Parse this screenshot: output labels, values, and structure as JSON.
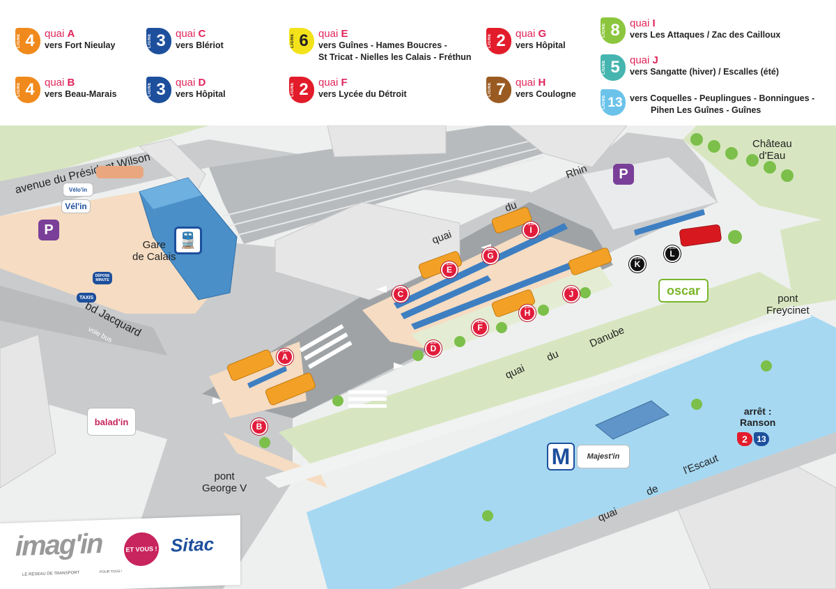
{
  "legend": [
    {
      "line": "4",
      "quai": "A",
      "dest": [
        "vers Fort Nieulay"
      ],
      "color": "#f08a1c",
      "dark": false
    },
    {
      "line": "4",
      "quai": "B",
      "dest": [
        "vers Beau-Marais"
      ],
      "color": "#f08a1c",
      "dark": false
    },
    {
      "line": "3",
      "quai": "C",
      "dest": [
        "vers Blériot"
      ],
      "color": "#1d4f9c",
      "dark": false
    },
    {
      "line": "3",
      "quai": "D",
      "dest": [
        "vers Hôpital"
      ],
      "color": "#1d4f9c",
      "dark": false
    },
    {
      "line": "6",
      "quai": "E",
      "dest": [
        "vers Guînes - Hames Boucres -",
        "St Tricat - Nielles les Calais - Fréthun"
      ],
      "color": "#f3e21a",
      "dark": true
    },
    {
      "line": "2",
      "quai": "F",
      "dest": [
        "vers Lycée du Détroit"
      ],
      "color": "#e21c2a",
      "dark": false
    },
    {
      "line": "2",
      "quai": "G",
      "dest": [
        "vers Hôpital"
      ],
      "color": "#e21c2a",
      "dark": false
    },
    {
      "line": "7",
      "quai": "H",
      "dest": [
        "vers Coulogne"
      ],
      "color": "#9a5b22",
      "dark": false
    },
    {
      "line": "8",
      "quai": "I",
      "dest": [
        "vers Les Attaques / Zac des Cailloux"
      ],
      "color": "#8cc63e",
      "dark": false
    },
    {
      "line": "5",
      "quai": "J",
      "dest": [
        "vers Sangatte (hiver) / Escalles (été)"
      ],
      "color": "#46b5b0",
      "dark": false
    },
    {
      "line": "13",
      "quai": "",
      "dest": [
        "vers Coquelles - Peuplingues - Bonningues -",
        "Pihen Les Guînes - Guînes"
      ],
      "color": "#6cc3ea",
      "dark": false
    }
  ],
  "legend_text": {
    "ligne": "LIGNE",
    "quai_prefix": "quai"
  },
  "map": {
    "streets": {
      "president_wilson": "avenue du Président Wilson",
      "rhin": "Rhin",
      "quai_du_rhin_1": "quai",
      "quai_du_rhin_2": "du",
      "bd_jacquard": "bd Jacquard",
      "voie_bus": "voie bus",
      "quai_danube_1": "quai",
      "quai_danube_2": "du",
      "quai_danube_3": "Danube",
      "quai_escaut_1": "quai",
      "quai_escaut_2": "de",
      "quai_escaut_3": "l'Escaut"
    },
    "places": {
      "gare_1": "Gare",
      "gare_2": "de Calais",
      "chateau_1": "Château",
      "chateau_2": "d'Eau",
      "pont_freycinet_1": "pont",
      "pont_freycinet_2": "Freycinet",
      "pont_george_1": "pont",
      "pont_george_2": "George V",
      "arret_1": "arrêt :",
      "arret_2": "Ranson"
    },
    "quais": [
      "A",
      "B",
      "C",
      "D",
      "E",
      "F",
      "G",
      "H",
      "I",
      "J"
    ],
    "quais_dark": [
      "K",
      "L"
    ],
    "quai_small": "quai",
    "arret_lines": [
      "2",
      "13"
    ],
    "logos": {
      "parking": "P",
      "oscar": "oscar",
      "majestin": "Majest'in",
      "metro": "M",
      "baladin": "balad'in",
      "veloin": "Vél'in",
      "velo_box": "Vélo'in",
      "depose": "DÉPOSE MINUTE",
      "taxis": "TAXIS",
      "imagin": "imag'in",
      "imagin_sub": "LE RÉSEAU DE TRANSPORT",
      "et_vous": "ET VOUS !",
      "pour_tous": "POUR TOUS !",
      "sitac": "Sitac"
    }
  }
}
